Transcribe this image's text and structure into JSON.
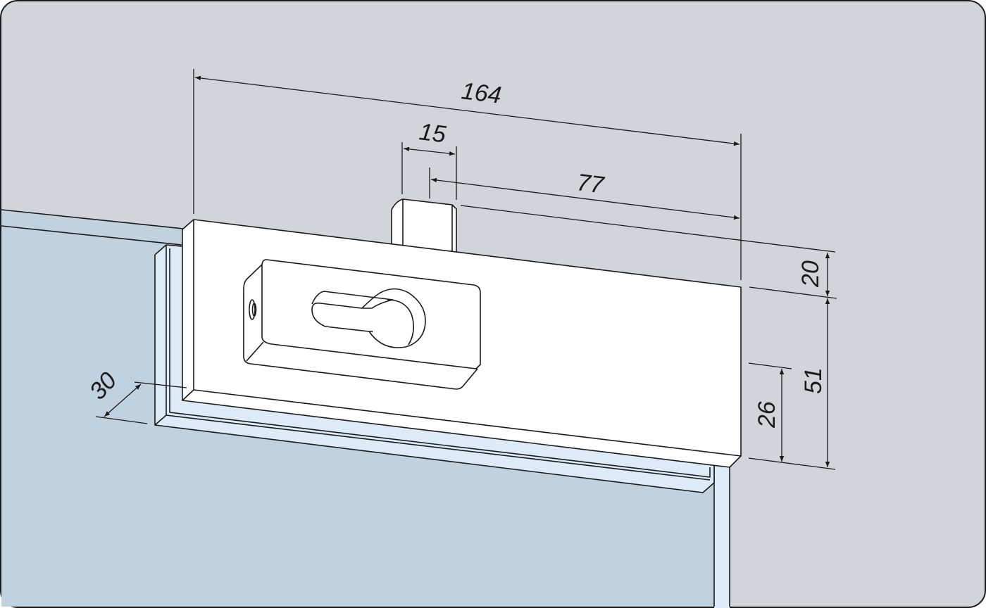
{
  "title": "Glass door lock dimension drawing",
  "colors": {
    "background": "#d1d5d9",
    "glass": "#c0d2e0",
    "clamp": "#dcebf7",
    "body": "#ffffff",
    "line": "#1a1a1a"
  },
  "dimensions": {
    "overall_length": "164",
    "bolt_width": "15",
    "bolt_offset": "77",
    "bolt_height": "20",
    "body_height": "51",
    "glass_overlap": "26",
    "depth": "30"
  }
}
